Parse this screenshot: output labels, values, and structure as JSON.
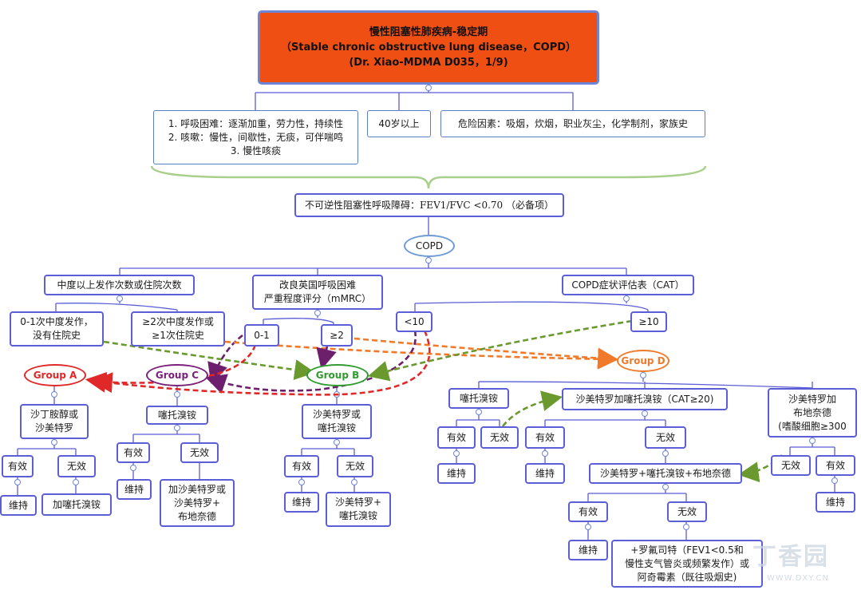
{
  "title": {
    "line1": "慢性阻塞性肺疾病-稳定期",
    "line2": "（Stable chronic obstructive lung disease，COPD）",
    "line3": "(Dr. Xiao-MDMA D035，1/9)"
  },
  "criteria": {
    "symptoms": "1. 呼吸困难：逐渐加重，劳力性，持续性\n2. 咳嗽：慢性，间歇性，无痰，可伴喘鸣\n3. 慢性咳痰",
    "age": "40岁以上",
    "risk": "危险因素：吸烟，炊烟，职业灰尘，化学制剂，家族史"
  },
  "spirometry": "不可逆性阻塞性呼吸障碍：FEV1/FVC <0.70 （必备项）",
  "copd": "COPD",
  "assessments": {
    "exacerbation": "中度以上发作次数或住院次数",
    "mmrc": "改良英国呼吸困难\n严重程度评分（mMRC）",
    "cat": "COPD症状评估表（CAT）"
  },
  "branches": {
    "exac_low": "0-1次中度发作，\n没有住院史",
    "exac_high": "≥2次中度发作或\n≥1次住院史",
    "mmrc_low": "0-1",
    "mmrc_high": "≥2",
    "cat_low": "<10",
    "cat_high": "≥10"
  },
  "groups": {
    "a": "Group A",
    "b": "Group B",
    "c": "Group C",
    "d": "Group D"
  },
  "group_a": {
    "drug": "沙丁胺醇或\n沙美特罗",
    "effective": "有效",
    "ineffective": "无效",
    "maintain": "维持",
    "add": "加噻托溴铵"
  },
  "group_c": {
    "drug": "噻托溴铵",
    "effective": "有效",
    "ineffective": "无效",
    "maintain": "维持",
    "add": "加沙美特罗或\n沙美特罗+\n布地奈德"
  },
  "group_b": {
    "drug": "沙美特罗或\n噻托溴铵",
    "effective": "有效",
    "ineffective": "无效",
    "maintain": "维持",
    "add": "沙美特罗+\n噻托溴铵"
  },
  "group_d": {
    "opt1": "噻托溴铵",
    "opt1_effective": "有效",
    "opt1_ineffective": "无效",
    "opt1_maintain": "维持",
    "opt2": "沙美特罗加噻托溴铵（CAT≥20)",
    "opt2_effective": "有效",
    "opt2_ineffective": "无效",
    "opt2_maintain": "维持",
    "opt3": "沙美特罗加\n布地奈德\n(嗜酸细胞≥300",
    "opt3_ineffective": "无效",
    "opt3_effective": "有效",
    "opt3_maintain": "维持",
    "triple": "沙美特罗+噻托溴铵+布地奈德",
    "triple_effective": "有效",
    "triple_ineffective": "无效",
    "triple_maintain": "维持",
    "final": "+罗氟司特（FEV1<0.5和\n慢性支气管炎或频繁发作）或\n阿奇霉素（既往吸烟史)"
  },
  "watermark": {
    "logo": "丁香园",
    "url": "WWW.DXY.CN"
  },
  "colors": {
    "title_bg": "#f04f14",
    "node_border": "#5b5ed6",
    "group_a": "#e02828",
    "group_b": "#2f9a2f",
    "group_c": "#7a1f7a",
    "group_d": "#f07a2a"
  }
}
